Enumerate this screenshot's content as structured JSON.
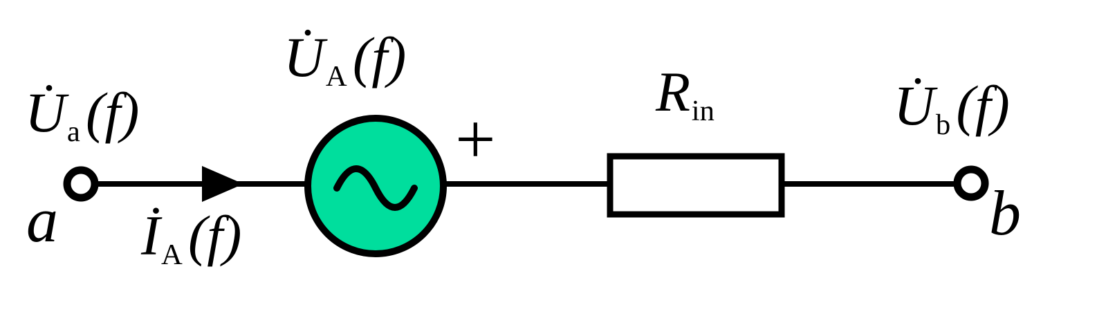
{
  "colors": {
    "background": "#ffffff",
    "line": "#000000",
    "source_fill": "#00de9d"
  },
  "labels": {
    "node_a_voltage": {
      "symbol": "U̇",
      "sub": "a",
      "arg": "(f)"
    },
    "terminal_a": "a",
    "current": {
      "symbol": "İ",
      "sub": "A",
      "arg": "(f)"
    },
    "source_voltage": {
      "symbol": "U̇",
      "sub": "A",
      "arg": "(f)"
    },
    "polarity_plus": "+",
    "resistor": {
      "symbol": "R",
      "sub": "in"
    },
    "node_b_voltage": {
      "symbol": "U̇",
      "sub": "b",
      "arg": "(f)"
    },
    "terminal_b": "b"
  }
}
